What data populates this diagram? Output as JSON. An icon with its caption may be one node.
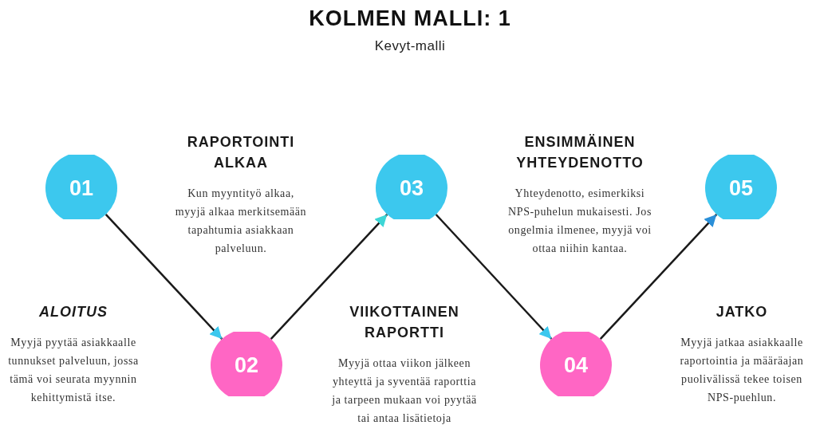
{
  "diagram": {
    "title": "KOLMEN MALLI: 1",
    "nodes": [
      {
        "text": [
          "01"
        ],
        "beside": [
          "ALOITUS",
          "Myyjä pyytää asiakkaalle tunnukset palveluun, jossa tämä voi seurata myynnin kehittymistä itse."
        ]
      },
      {
        "text": [
          "02"
        ],
        "beside": [
          "RAPORTOINTI ALKAA",
          "Kun myyntityö alkaa, myyjä alkaa merkitsemään tapahtumia asiakkaan palveluun."
        ]
      },
      {
        "text": [
          "03"
        ],
        "beside": [
          "VIIKOTTAINEN RAPORTTI",
          "Myyjä ottaa viikon jälkeen yhteyttä ja syventää raporttia ja tarpeen mukaan voi pyytää tai antaa lisätietoja"
        ]
      },
      {
        "text": [
          "04"
        ],
        "beside": [
          "ENSIMMÄINEN YHTEYDENOTTO",
          "Yhteydenotto, esimerkiksi NPS-puhelun mukaisesti. Jos ongelmia ilmenee, myyjä voi ottaa niihin kantaa."
        ]
      },
      {
        "text": [
          "05"
        ],
        "beside": [
          "JATKO",
          "Myyjä jatkaa asiakkaalle raportointia ja määräajan puolivälissä tekee toisen NPS-puehlun."
        ]
      }
    ],
    "edges": [
      {
        "from": 0,
        "to": 1,
        "arrow": "to"
      },
      {
        "from": 1,
        "to": 2,
        "arrow": "to"
      },
      {
        "from": 2,
        "to": 3,
        "arrow": "to"
      },
      {
        "from": 3,
        "to": 4,
        "arrow": "to"
      }
    ],
    "labels": [
      "Kevyt-malli"
    ]
  }
}
